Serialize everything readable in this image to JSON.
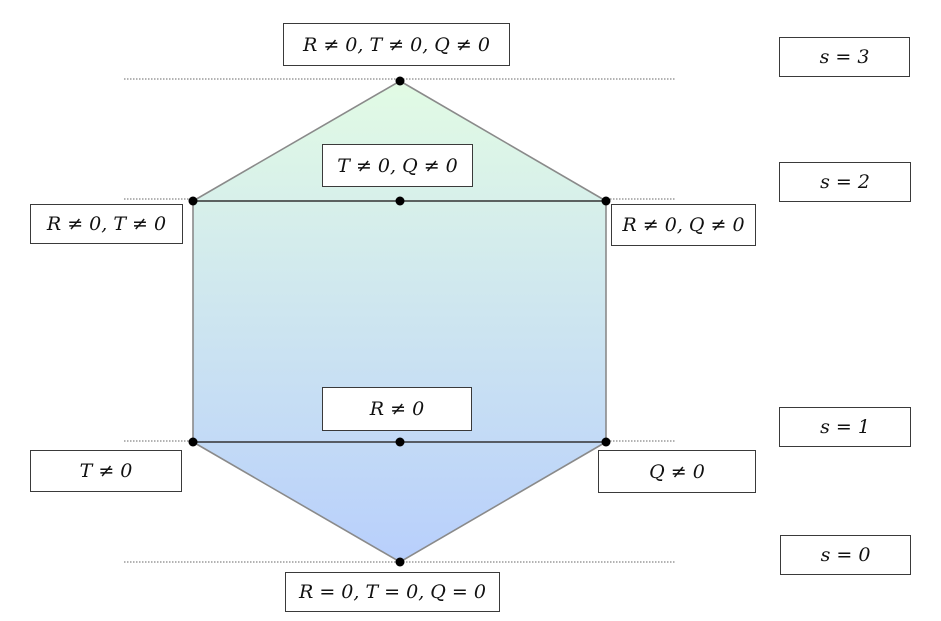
{
  "levels": [
    {
      "label": "s = 3"
    },
    {
      "label": "s = 2"
    },
    {
      "label": "s = 1"
    },
    {
      "label": "s = 0"
    }
  ],
  "conditions": {
    "top_vertex": "R ≠ 0, T ≠ 0, Q ≠ 0",
    "upper_edge_center": "T ≠ 0, Q ≠ 0",
    "upper_left_vertex": "R ≠ 0, T ≠ 0",
    "upper_right_vertex": "R ≠ 0, Q ≠ 0",
    "lower_edge_center": "R ≠ 0",
    "lower_left_vertex": "T ≠ 0",
    "lower_right_vertex": "Q ≠ 0",
    "bottom_vertex": "R = 0, T = 0, Q = 0"
  },
  "colors": {
    "gradient_top": "#e2fbe4",
    "gradient_bottom": "#b8cffc",
    "outline": "#8a8a8a",
    "level_line": "#9a9a9a",
    "vertex": "#000000"
  }
}
